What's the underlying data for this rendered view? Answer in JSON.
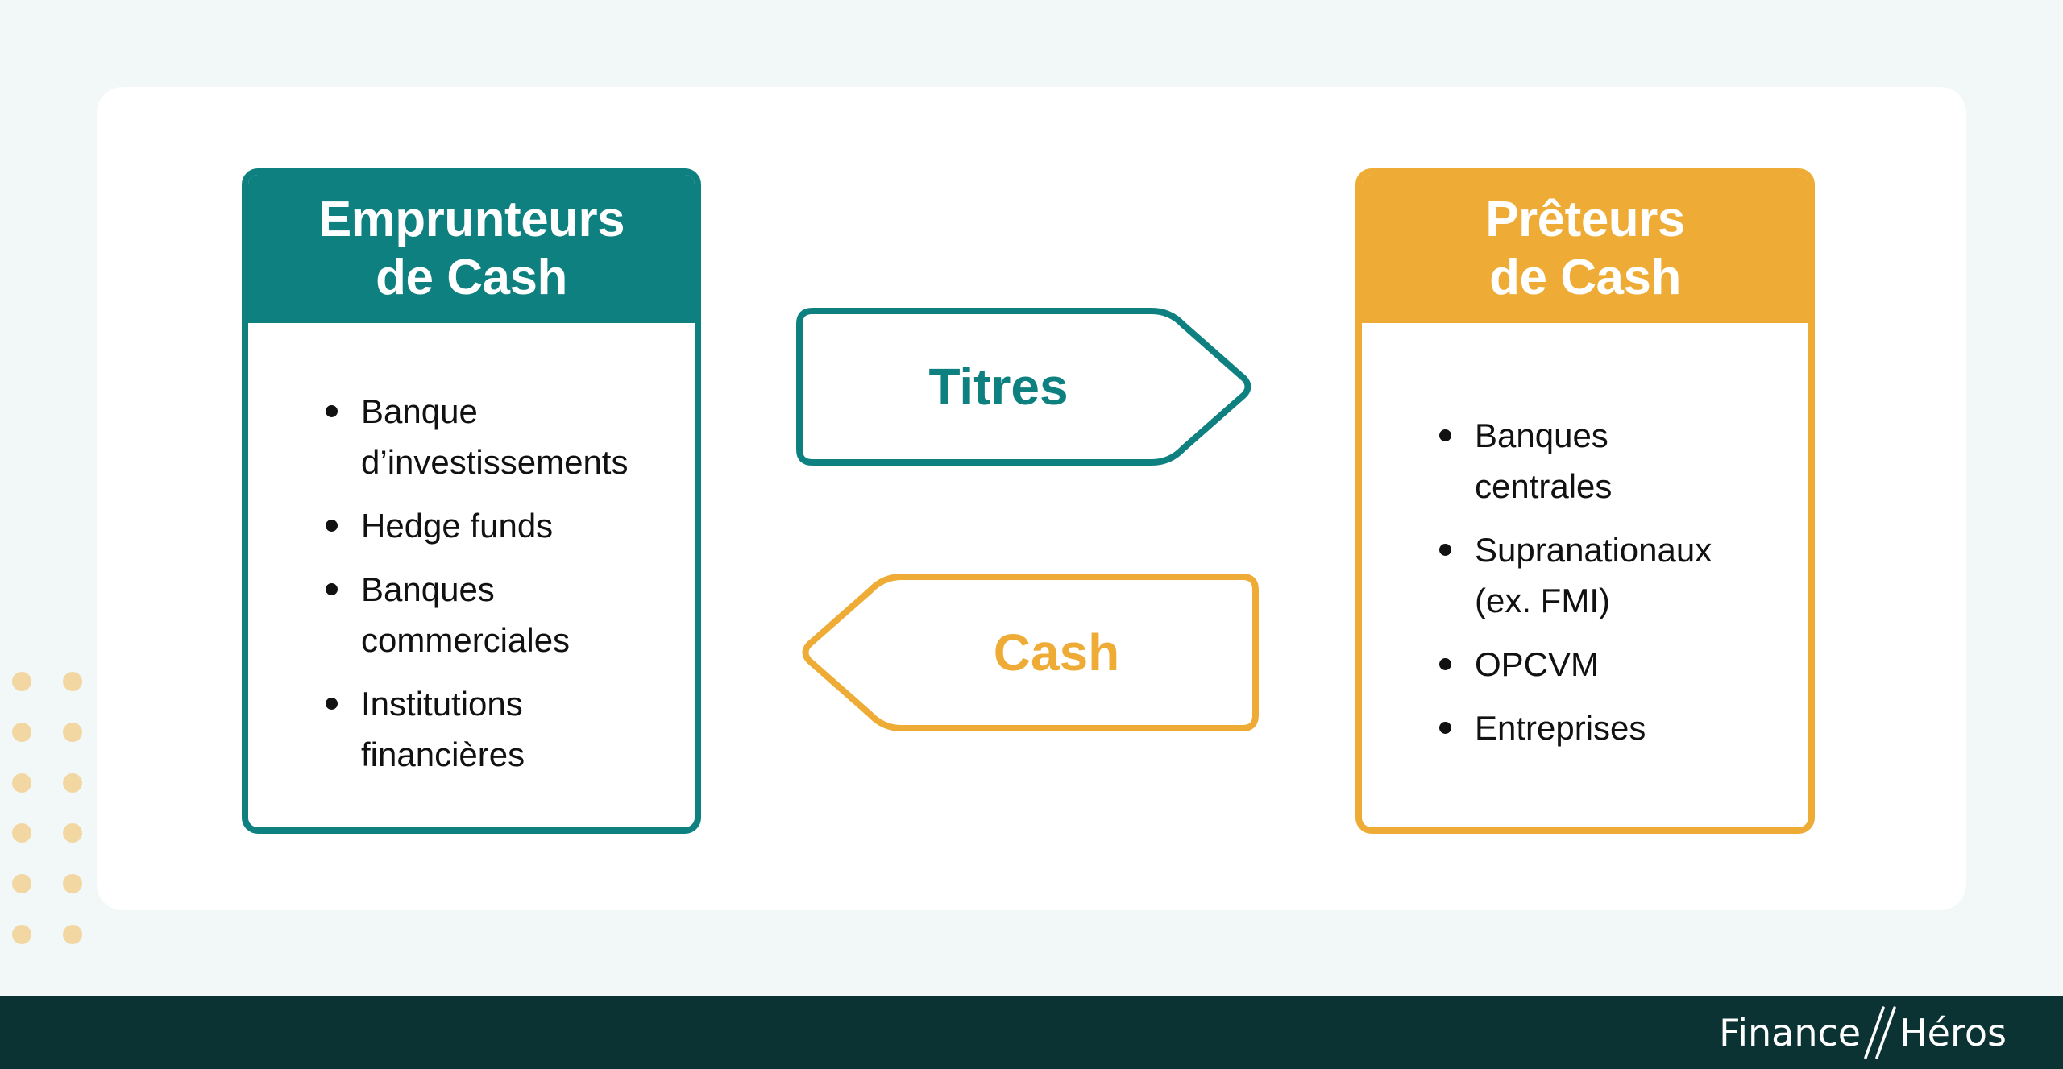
{
  "left_box": {
    "title_line1": "Emprunteurs",
    "title_line2": "de Cash",
    "color": "#0e8080",
    "items": [
      "Banque d’investissements",
      "Hedge funds",
      "Banques commerciales",
      "Institutions financières"
    ],
    "item_lines": [
      [
        "Banque",
        "d’investissements"
      ],
      [
        "Hedge funds"
      ],
      [
        "Banques",
        "commerciales"
      ],
      [
        "Institutions",
        "financières"
      ]
    ]
  },
  "right_box": {
    "title_line1": "Prêteurs",
    "title_line2": "de Cash",
    "color": "#eeac36",
    "items": [
      "Banques centrales",
      "Supranationaux (ex. FMI)",
      "OPCVM",
      "Entreprises"
    ],
    "item_lines": [
      [
        "Banques",
        "centrales"
      ],
      [
        "Supranationaux",
        "(ex. FMI)"
      ],
      [
        "OPCVM"
      ],
      [
        "Entreprises"
      ]
    ]
  },
  "arrows": {
    "titres": {
      "label": "Titres",
      "direction": "right",
      "color": "#0e8080"
    },
    "cash": {
      "label": "Cash",
      "direction": "left",
      "color": "#eeac36"
    }
  },
  "footer": {
    "logo_left": "Finance",
    "logo_right": "Héros",
    "background": "#0b3333"
  },
  "colors": {
    "background": "#f2f7f8",
    "card": "#ffffff",
    "dots": "#f2d7a2",
    "teal": "#0e8080",
    "orange": "#eeac36"
  }
}
